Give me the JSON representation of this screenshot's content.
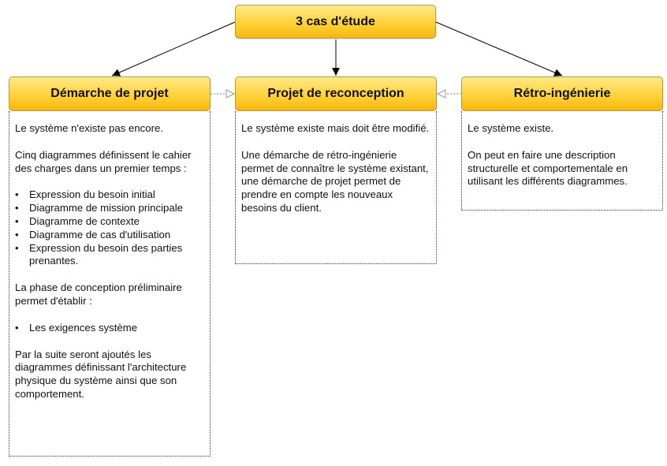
{
  "root": {
    "title": "3 cas d'étude"
  },
  "columns": [
    {
      "title": "Démarche de projet",
      "blocks": [
        {
          "type": "p",
          "text": "Le système n'existe pas encore."
        },
        {
          "type": "p",
          "text": "Cinq diagrammes définissent le cahier des charges dans un premier temps :"
        },
        {
          "type": "ul",
          "items": [
            "Expression du besoin initial",
            "Diagramme de mission principale",
            "Diagramme de contexte",
            "Diagramme de cas d'utilisation",
            "Expression du besoin des parties prenantes."
          ]
        },
        {
          "type": "p",
          "text": "La phase de conception préliminaire permet d'établir :"
        },
        {
          "type": "ul",
          "items": [
            "Les exigences système"
          ]
        },
        {
          "type": "p",
          "text": "Par la suite seront ajoutés les diagrammes définissant l'architecture physique du système ainsi que son comportement."
        }
      ]
    },
    {
      "title": "Projet de reconception",
      "blocks": [
        {
          "type": "p",
          "text": "Le système existe mais doit être modifié."
        },
        {
          "type": "p",
          "text": "Une démarche de rétro-ingénierie permet de connaître le système existant, une démarche de projet permet de prendre en compte les nouveaux besoins du client."
        }
      ]
    },
    {
      "title": "Rétro-ingénierie",
      "blocks": [
        {
          "type": "p",
          "text": "Le système existe."
        },
        {
          "type": "p",
          "text": "On peut en faire une description structurelle et comportementale en utilisant les différents diagrammes."
        }
      ]
    }
  ],
  "colors": {
    "header_gradient_top": "#ffe98a",
    "header_gradient_mid": "#ffd23a",
    "header_gradient_bottom": "#f7b70c",
    "header_border": "#b59a3a",
    "line": "#000000",
    "dotted_connector": "#aaaaaa"
  }
}
